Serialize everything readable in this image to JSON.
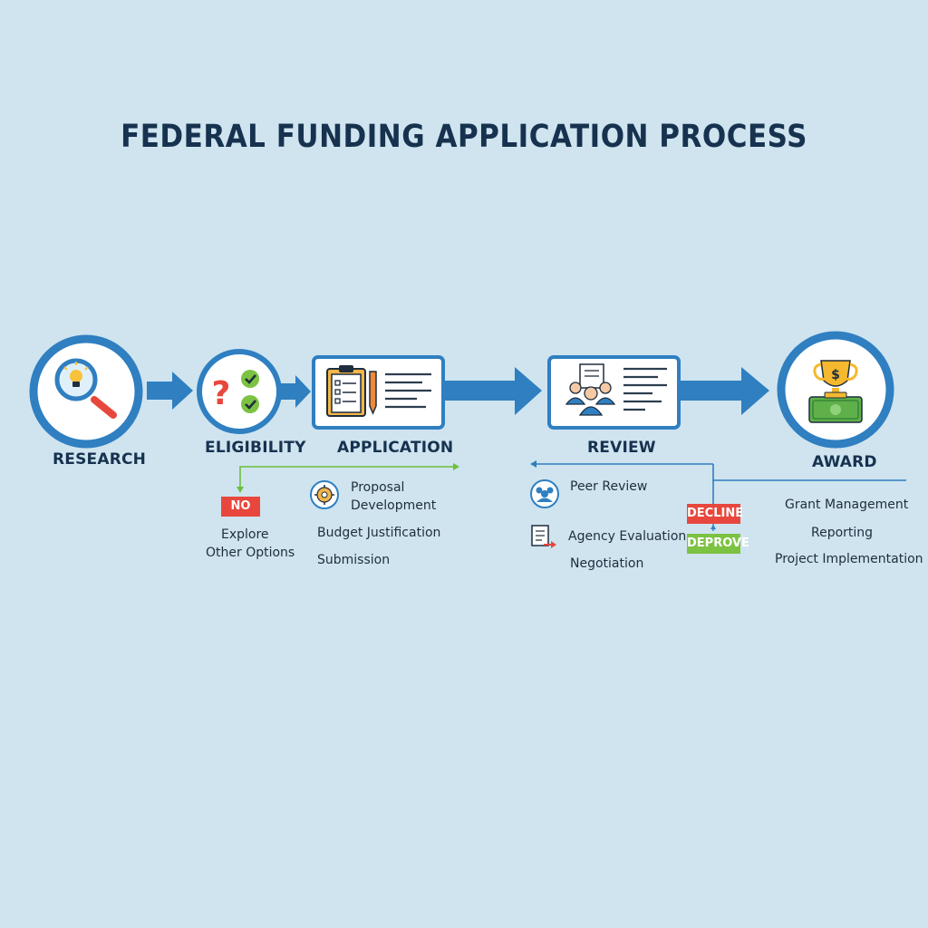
{
  "title": "FEDERAL FUNDING APPLICATION PROCESS",
  "colors": {
    "background": "#cfe4ef",
    "primary_blue": "#2f7fc1",
    "dark_navy": "#16324f",
    "decline_red": "#e8473d",
    "approve_green": "#7cc243",
    "line_green": "#6cbf3c"
  },
  "stages": {
    "research": {
      "label": "RESEARCH",
      "icon": "magnifier-lightbulb-icon"
    },
    "eligibility": {
      "label": "ELIGIBILITY",
      "icon": "question-check-icon"
    },
    "application": {
      "label": "APPLICATION",
      "icon": "clipboard-pencil-icon"
    },
    "review": {
      "label": "REVIEW",
      "icon": "reviewers-document-icon"
    },
    "award": {
      "label": "AWARD",
      "icon": "trophy-money-icon"
    }
  },
  "eligibility_branch": {
    "no_badge": "NO",
    "explore_line1": "Explore",
    "explore_line2": "Other Options"
  },
  "application_details": {
    "proposal_line1": "Proposal",
    "proposal_line2": "Development",
    "budget": "Budget Justification",
    "submission": "Submission"
  },
  "review_details": {
    "peer_review": "Peer Review",
    "agency_evaluation": "Agency Evaluation",
    "negotiation": "Negotiation",
    "decline_badge": "DECLINE",
    "approve_badge": "DEPROVE"
  },
  "award_details": {
    "grant_management": "Grant Management",
    "reporting": "Reporting",
    "project_implementation": "Project Implementation"
  }
}
